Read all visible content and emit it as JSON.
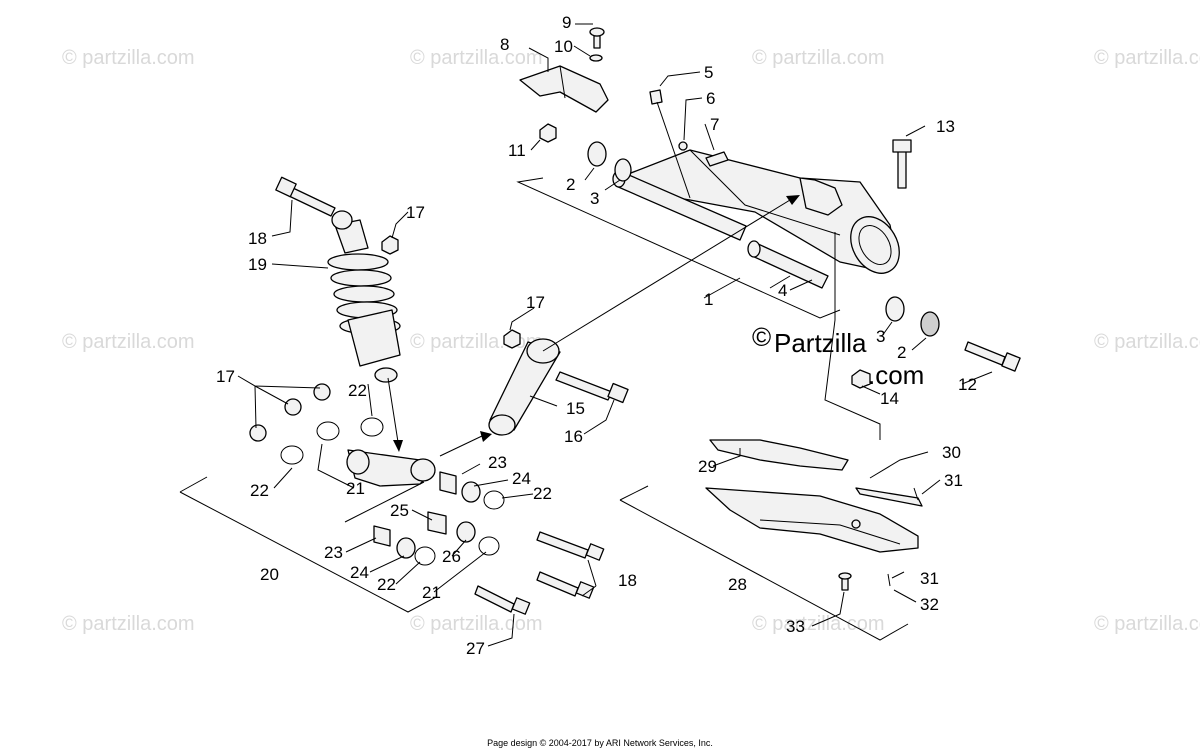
{
  "watermark": {
    "small_text": "© partzilla.com",
    "main_copyright": "©",
    "main_line1": "Partzilla",
    "main_line2": ".com"
  },
  "footer": "Page design © 2004-2017 by ARI Network Services, Inc.",
  "labels": {
    "n1": "1",
    "n2": "2",
    "n3": "3",
    "n4": "4",
    "n5": "5",
    "n6": "6",
    "n7": "7",
    "n8": "8",
    "n9": "9",
    "n10": "10",
    "n11": "11",
    "n12": "12",
    "n13": "13",
    "n14": "14",
    "n15": "15",
    "n16": "16",
    "n17": "17",
    "n18": "18",
    "n19": "19",
    "n20": "20",
    "n21": "21",
    "n22": "22",
    "n23": "23",
    "n24": "24",
    "n25": "25",
    "n26": "26",
    "n27": "27",
    "n28": "28",
    "n29": "29",
    "n30": "30",
    "n31": "31",
    "n32": "32",
    "n33": "33"
  },
  "icons": {
    "shock": "shock-absorber-icon",
    "swingarm": "swing-arm-icon",
    "linkage": "linkage-icon",
    "guard": "skid-plate-icon"
  }
}
